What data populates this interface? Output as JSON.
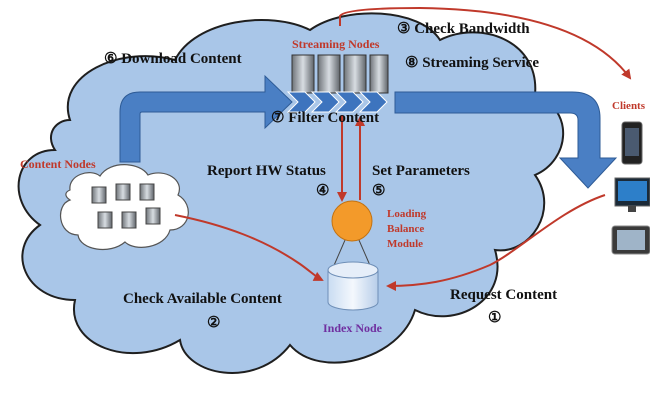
{
  "diagram": {
    "labels": {
      "streaming_nodes": "Streaming Nodes",
      "content_nodes": "Content Nodes",
      "clients": "Clients",
      "index_node": "Index Node",
      "loading_balance_line1": "Loading",
      "loading_balance_line2": "Balance",
      "loading_balance_line3": "Module"
    },
    "steps": {
      "check_bandwidth": "③ Check Bandwidth",
      "download_content": "⑥ Download Content",
      "streaming_service": "⑧ Streaming Service",
      "filter_content": "⑦ Filter Content",
      "report_hw_status": "Report HW Status",
      "report_hw_num": "④",
      "set_parameters": "Set Parameters",
      "set_parameters_num": "⑤",
      "check_available_content": "Check Available Content",
      "check_available_num": "②",
      "request_content": "Request Content",
      "request_content_num": "①"
    },
    "colors": {
      "cloud_fill": "#a9c6e8",
      "cloud_stroke": "#1f1f1f",
      "flow_arrow": "#4a7fc4",
      "red_arrow": "#c0392b",
      "red_label": "#c0392b",
      "purple_label": "#7030a0",
      "orange_module": "#f39a2a"
    }
  }
}
